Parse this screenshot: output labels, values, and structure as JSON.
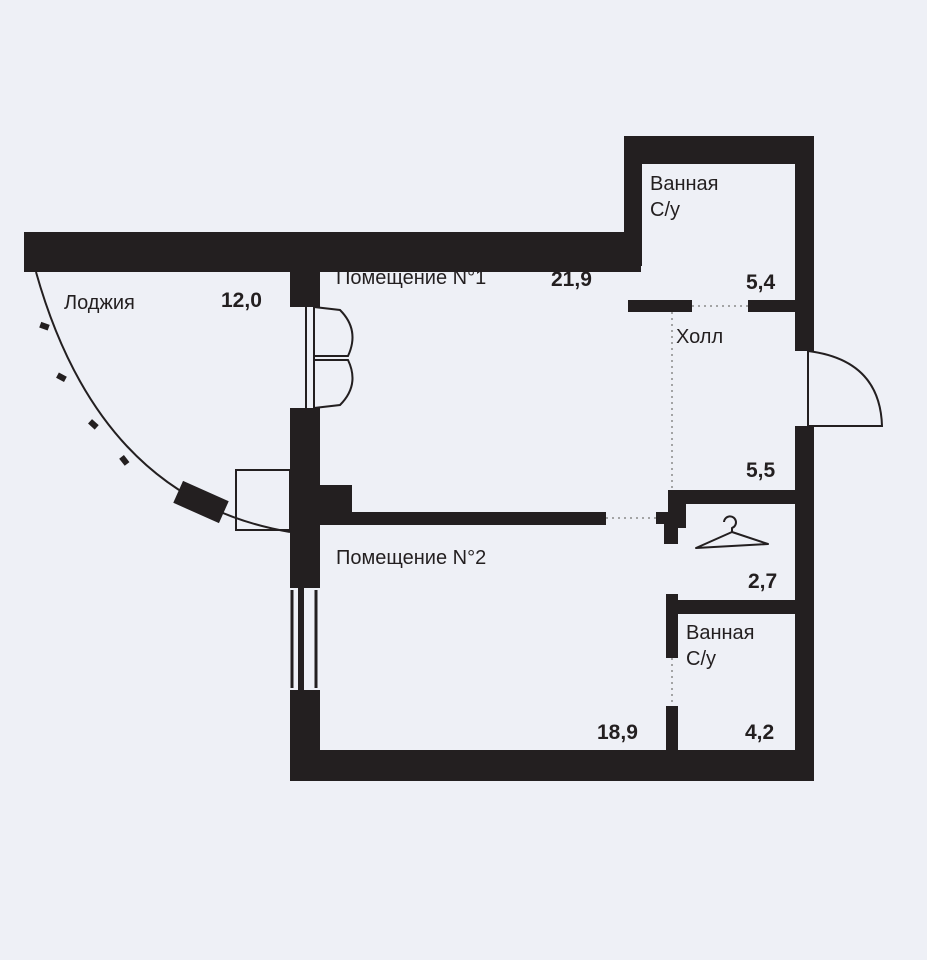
{
  "colors": {
    "wall": "#231f20",
    "background": "#eef0f6",
    "text": "#231f20"
  },
  "rooms": [
    {
      "id": "loggia",
      "name": "Лоджия",
      "area": "12,0"
    },
    {
      "id": "room1",
      "name": "Помещение N°1",
      "area": "21,9"
    },
    {
      "id": "bath1",
      "name_line1": "Ванная",
      "name_line2": "С/у",
      "area": "5,4"
    },
    {
      "id": "hall",
      "name": "Холл",
      "area": "5,5"
    },
    {
      "id": "wardrobe",
      "area": "2,7",
      "icon": "hanger-icon"
    },
    {
      "id": "room2",
      "name": "Помещение N°2",
      "area": "18,9"
    },
    {
      "id": "bath2",
      "name_line1": "Ванная",
      "name_line2": "С/у",
      "area": "4,2"
    }
  ]
}
